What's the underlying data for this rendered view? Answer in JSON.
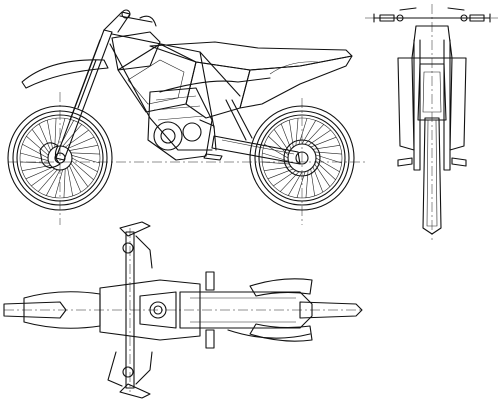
{
  "drawing": {
    "views": [
      "side-view",
      "front-view",
      "top-view"
    ],
    "background_color": "#ffffff",
    "line_color": "#111111"
  }
}
